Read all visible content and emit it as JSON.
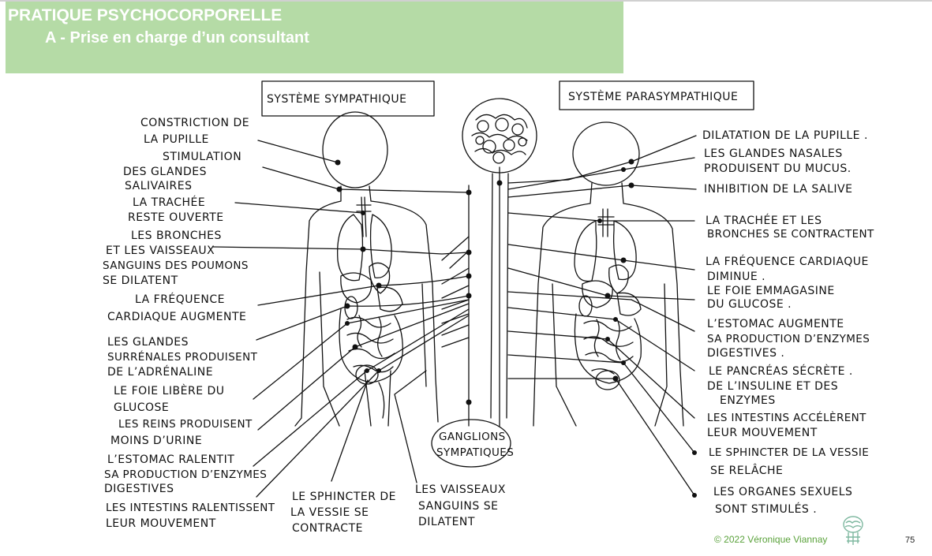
{
  "header": {
    "title": "PRATIQUE PSYCHOCORPORELLE",
    "subtitle": "A - Prise en charge d’un consultant"
  },
  "diagram": {
    "title_left": "SYSTÈME SYMPATHIQUE",
    "title_right": "SYSTÈME PARASYMPATHIQUE",
    "center_label": [
      "GANGLIONS",
      "SYMPATIQUES"
    ],
    "left_labels": [
      [
        "CONSTRICTION DE",
        "LA PUPILLE"
      ],
      [
        "STIMULATION",
        "DES GLANDES",
        "SALIVAIRES"
      ],
      [
        "LA TRACHÉE",
        "RESTE OUVERTE"
      ],
      [
        "LES BRONCHES",
        "ET LES VAISSEAUX",
        "SANGUINS DES POUMONS",
        "SE DILATENT"
      ],
      [
        "LA FRÉQUENCE",
        "CARDIAQUE AUGMENTE"
      ],
      [
        "LES GLANDES",
        "SURRÉNALES PRODUISENT",
        "DE L’ADRÉNALINE"
      ],
      [
        "LE FOIE LIBÈRE DU",
        "GLUCOSE"
      ],
      [
        "LES REINS PRODUISENT",
        "MOINS D’URINE"
      ],
      [
        "L’ESTOMAC RALENTIT",
        "SA PRODUCTION D’ENZYMES",
        "DIGESTIVES"
      ],
      [
        "LES INTESTINS RALENTISSENT",
        "LEUR MOUVEMENT"
      ]
    ],
    "bottom_labels": [
      [
        "LE SPHINCTER DE",
        "LA VESSIE SE",
        "CONTRACTE"
      ],
      [
        "LES VAISSEAUX",
        "SANGUINS SE",
        "DILATENT"
      ]
    ],
    "right_labels": [
      [
        "DILATATION DE LA PUPILLE ."
      ],
      [
        "LES GLANDES NASALES",
        "PRODUISENT DU MUCUS."
      ],
      [
        "INHIBITION DE LA SALIVE"
      ],
      [
        "LA TRACHÉE ET LES",
        "BRONCHES SE CONTRACTENT"
      ],
      [
        "LA FRÉQUENCE CARDIAQUE",
        "DIMINUE ."
      ],
      [
        "LE FOIE EMMAGASINE",
        "DU GLUCOSE ."
      ],
      [
        "L’ESTOMAC AUGMENTE",
        "SA PRODUCTION D’ENZYMES",
        "DIGESTIVES ."
      ],
      [
        "LE PANCRÉAS SÉCRÈTE .",
        "DE L’INSULINE ET DES",
        "ENZYMES"
      ],
      [
        "LES INTESTINS ACCÉLÈRENT",
        "LEUR MOUVEMENT"
      ],
      [
        "LE SPHINCTER DE LA VESSIE",
        "SE RELÂCHE"
      ],
      [
        "LES ORGANES SEXUELS",
        "SONT STIMULÉS ."
      ]
    ]
  },
  "footer": {
    "copyright": "© 2022 Véronique Viannay",
    "page_number": "75",
    "logo_icon": "brain-logo-icon"
  }
}
